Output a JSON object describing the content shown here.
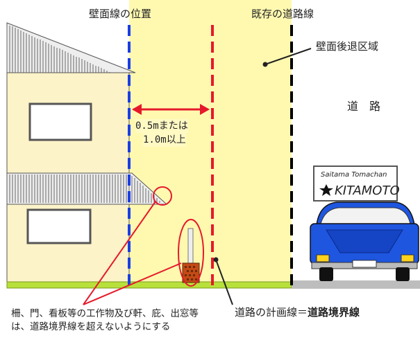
{
  "labels": {
    "wall_line_position": "壁面線の位置",
    "existing_road_line": "既存の道路線",
    "setback_area": "壁面後退区域",
    "road": "道　路",
    "distance_line1": "0.5mまたは",
    "distance_line2": "1.0m以上",
    "plan_line_prefix": "道路の計画線＝",
    "plan_line_emphasis": "道路境界線",
    "note": "柵、門、看板等の工作物及び軒、庇、出窓等は、道路境界線を超えないようにする"
  },
  "sign": {
    "top_text": "Saitama Tomachan",
    "main_text": "KITAMOTO"
  },
  "colors": {
    "setback_zone": "#fff9b0",
    "house_wall": "#fdf3c8",
    "wall_line": "#1a3ee6",
    "plan_line": "#e6192b",
    "existing_line": "#000000",
    "ground": "#b8e03a",
    "road_surface": "#bdbdbd",
    "car_body": "#1e56e0"
  }
}
